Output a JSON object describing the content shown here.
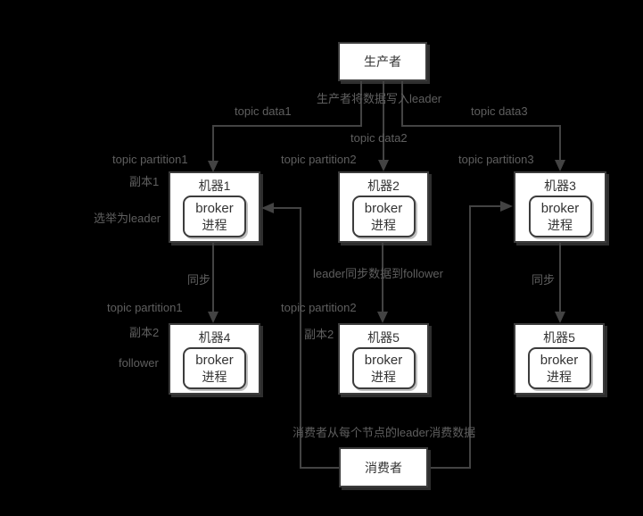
{
  "title": "kafka-replication-diagram",
  "nodes": {
    "producer": {
      "label": "生产者"
    },
    "consumer": {
      "label": "消费者"
    }
  },
  "machines": [
    {
      "title": "机器1",
      "process": [
        "broker",
        "进程"
      ]
    },
    {
      "title": "机器2",
      "process": [
        "broker",
        "进程"
      ]
    },
    {
      "title": "机器3",
      "process": [
        "broker",
        "进程"
      ]
    },
    {
      "title": "机器4",
      "process": [
        "broker",
        "进程"
      ]
    },
    {
      "title": "机器5",
      "process": [
        "broker",
        "进程"
      ]
    },
    {
      "title": "机器5",
      "process": [
        "broker",
        "进程"
      ]
    }
  ],
  "labels": {
    "producer_write_note": {
      "text": "生产者将数据写入leader"
    },
    "topic_data1": {
      "text": "topic data1"
    },
    "topic_data2": {
      "text": "topic data2"
    },
    "topic_data3": {
      "text": "topic data3"
    },
    "topic_partition1_top": {
      "text": "topic partition1"
    },
    "topic_partition2_top": {
      "text": "topic partition2"
    },
    "topic_partition3_top": {
      "text": "topic partition3"
    },
    "replica1": {
      "text": "副本1"
    },
    "elect_leader": {
      "text": "选举为leader"
    },
    "sync_left": {
      "text": "同步"
    },
    "topic_partition1_bottom": {
      "text": "topic partition1"
    },
    "replica2_left": {
      "text": "副本2"
    },
    "follower_label": {
      "text": "follower"
    },
    "leader_sync_note": {
      "text": "leader同步数据到follower"
    },
    "topic_partition2_bottom": {
      "text": "topic partition2"
    },
    "replica2_middle": {
      "text": "副本2"
    },
    "sync_right": {
      "text": "同步"
    },
    "consumer_read_note": {
      "text": "消费者从每个节点的leader消费数据"
    }
  },
  "colors": {
    "bg": "#000000",
    "box_fill": "#ffffff",
    "box_border": "#3c3c3c",
    "line_color": "#434343",
    "label_color": "#5f5f5f",
    "box_text": "#333333",
    "shadow": "#2e2e2e"
  }
}
